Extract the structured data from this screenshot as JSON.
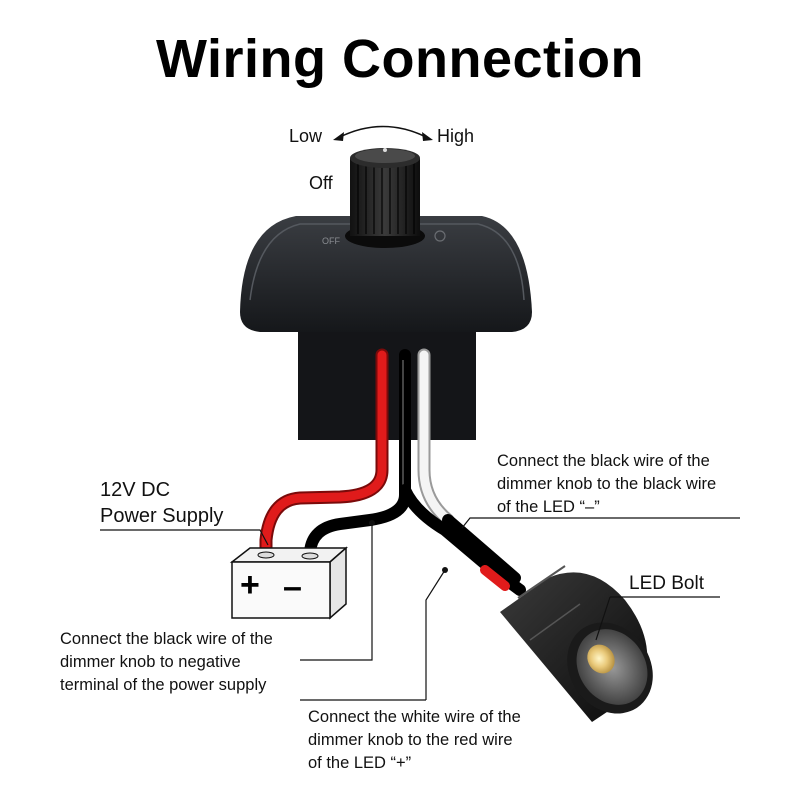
{
  "title": "Wiring Connection",
  "knob": {
    "low": "Low",
    "high": "High",
    "off": "Off"
  },
  "power_supply": {
    "line1": "12V DC",
    "line2": "Power Supply",
    "plus": "+",
    "minus": "–"
  },
  "led_label": "LED Bolt",
  "notes": {
    "black_to_led": [
      "Connect the black wire of the",
      "dimmer knob to the black wire",
      "of the LED “–”"
    ],
    "black_to_supply": [
      "Connect the black wire of the",
      "dimmer knob to negative",
      "terminal of the power supply"
    ],
    "white_to_led": [
      "Connect the white wire of the",
      "dimmer knob to the red wire",
      "of the LED “+”"
    ]
  }
}
